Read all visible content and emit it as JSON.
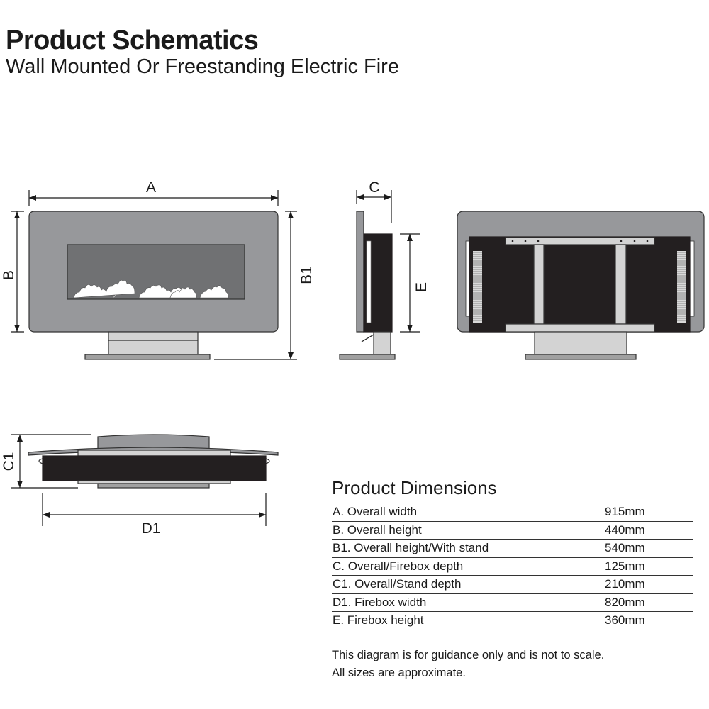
{
  "header": {
    "title": "Product Schematics",
    "subtitle": "Wall Mounted Or Freestanding Electric Fire"
  },
  "labels": {
    "a": "A",
    "b": "B",
    "b1": "B1",
    "c": "C",
    "e": "E",
    "c1": "C1",
    "d1": "D1"
  },
  "dimensions": {
    "title": "Product Dimensions",
    "rows": [
      {
        "label": "A. Overall width",
        "value": "915mm"
      },
      {
        "label": "B. Overall height",
        "value": "440mm"
      },
      {
        "label": "B1. Overall height/With stand",
        "value": "540mm"
      },
      {
        "label": "C. Overall/Firebox depth",
        "value": "125mm"
      },
      {
        "label": "C1. Overall/Stand depth",
        "value": "210mm"
      },
      {
        "label": "D1. Firebox width",
        "value": "820mm"
      },
      {
        "label": "E. Firebox height",
        "value": "360mm"
      }
    ]
  },
  "note": {
    "line1": "This diagram is for guidance only and is not to scale.",
    "line2": "All sizes are approximate."
  },
  "colors": {
    "frame": "#97989b",
    "glass": "#707173",
    "body": "#231f20",
    "stand": "#d3d3d3",
    "base": "#a0a0a0"
  }
}
